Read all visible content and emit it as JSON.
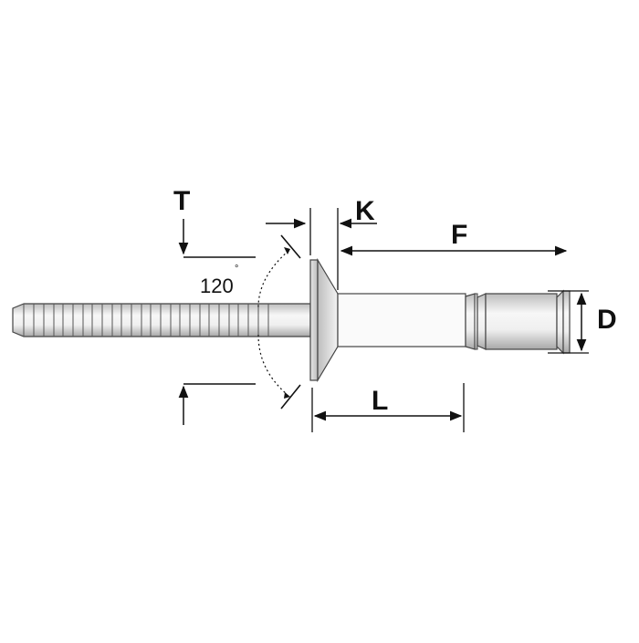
{
  "diagram": {
    "subject": "countersunk-head structural blind rivet",
    "labels": {
      "T": "T",
      "K": "K",
      "F": "F",
      "D": "D",
      "L": "L",
      "angle": "120",
      "degree": "°"
    },
    "colors": {
      "line": "#111111",
      "body_fill_light": "#f4f4f4",
      "body_fill_mid": "#dcdcdc",
      "body_fill_dark": "#a9a9a9",
      "background": "#ffffff"
    },
    "mandrel_groove_count": 26
  }
}
